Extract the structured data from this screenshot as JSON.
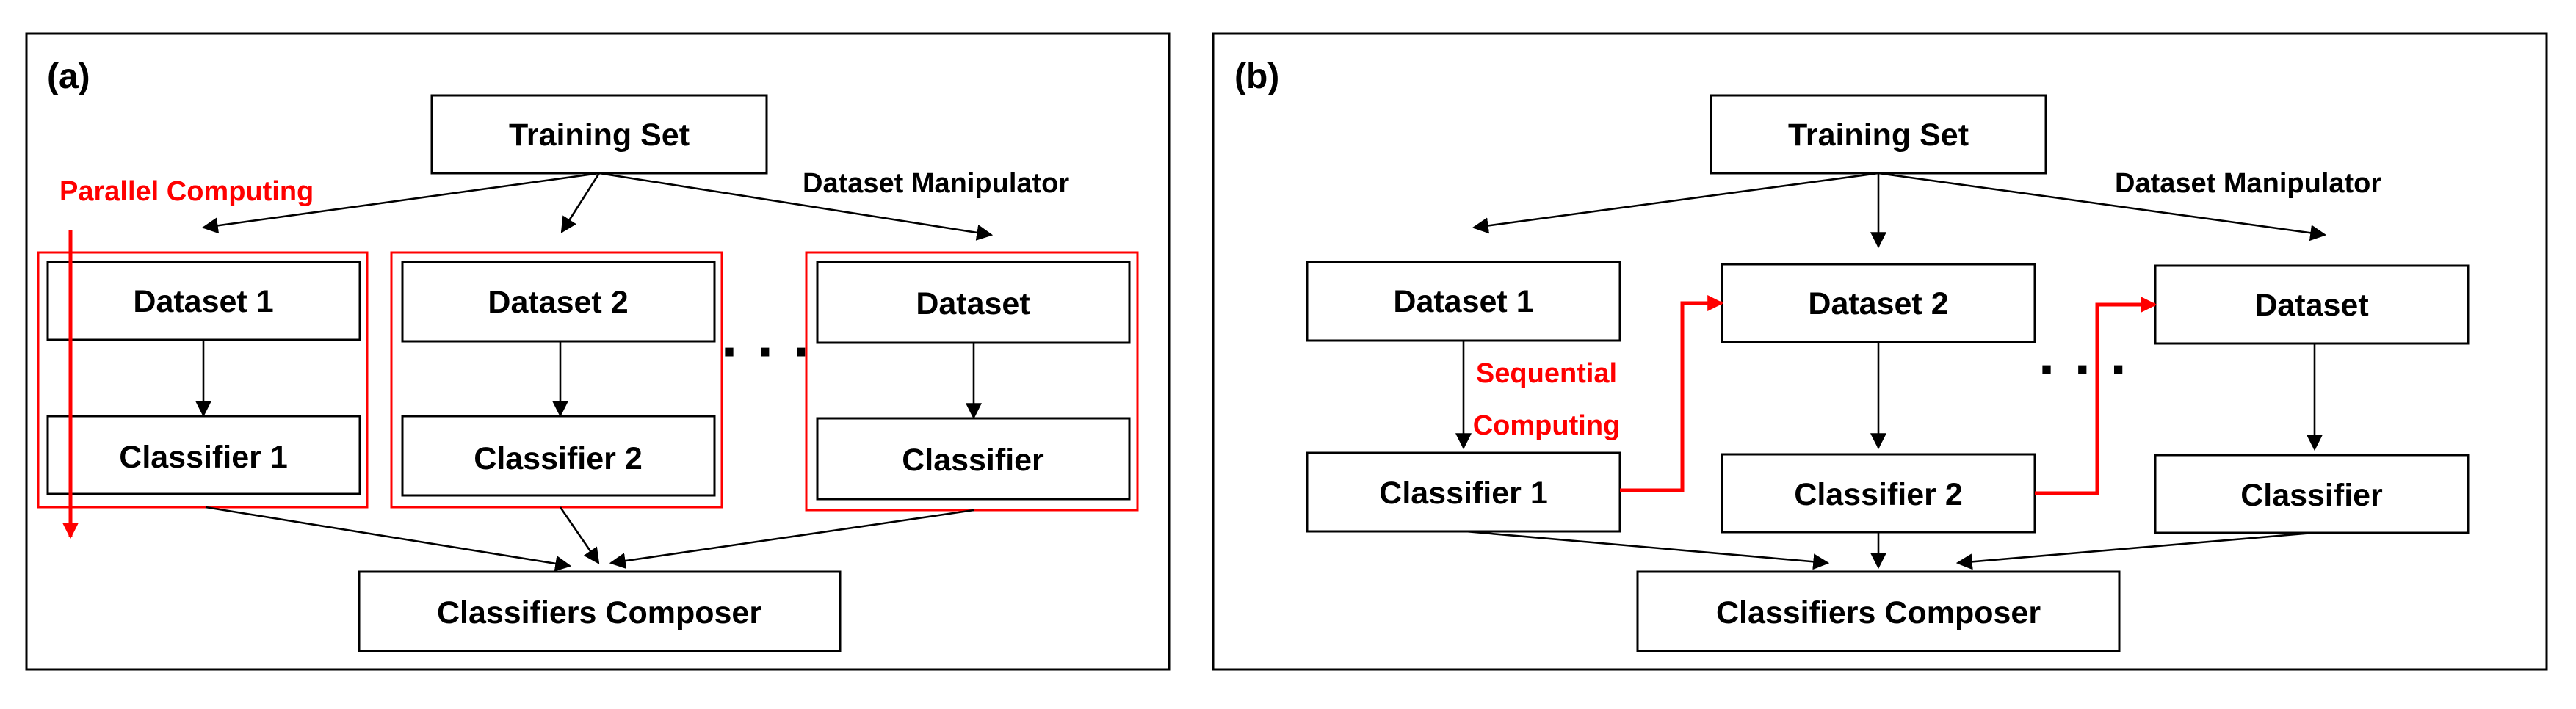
{
  "panel_a": {
    "label": "(a)",
    "training_set": "Training Set",
    "manipulator": "Dataset Manipulator",
    "parallel_label": "Parallel Computing",
    "dataset_1": "Dataset 1",
    "dataset_2": "Dataset 2",
    "dataset_n": "Dataset",
    "classifier_1": "Classifier 1",
    "classifier_2": "Classifier 2",
    "classifier_n": "Classifier",
    "ellipsis": "· · ·",
    "composer": "Classifiers Composer"
  },
  "panel_b": {
    "label": "(b)",
    "training_set": "Training Set",
    "manipulator": "Dataset Manipulator",
    "sequential_line1": "Sequential",
    "sequential_line2": "Computing",
    "dataset_1": "Dataset 1",
    "dataset_2": "Dataset 2",
    "dataset_n": "Dataset",
    "classifier_1": "Classifier 1",
    "classifier_2": "Classifier 2",
    "classifier_n": "Classifier",
    "ellipsis": "· · ·",
    "composer": "Classifiers Composer"
  },
  "colors": {
    "accent": "#ff0000",
    "ink": "#000000",
    "background": "#ffffff"
  }
}
